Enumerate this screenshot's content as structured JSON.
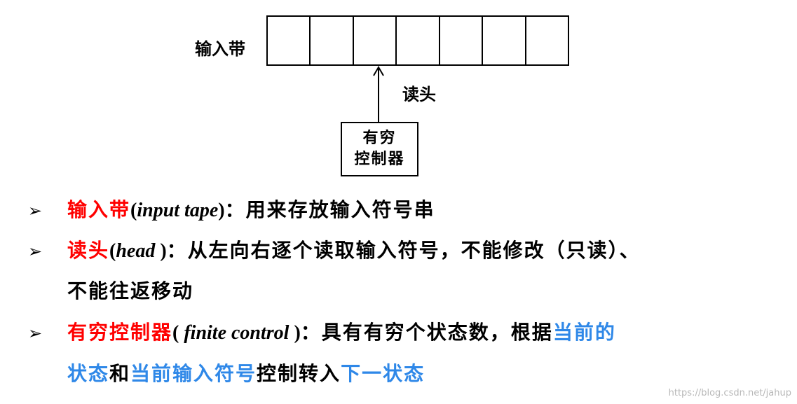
{
  "diagram": {
    "tape_label": "输入带",
    "head_label": "读头",
    "control_line1": "有穷",
    "control_line2": "控制器"
  },
  "bullets": {
    "marker": "➢",
    "b1": {
      "term": "输入带",
      "open": "(",
      "en": "input tape",
      "close": ")",
      "desc": "：用来存放输入符号串"
    },
    "b2": {
      "term": "读头",
      "open": "(",
      "en": "head",
      "close": " )",
      "desc": "：从左向右逐个读取输入符号，不能修改（只读）、",
      "desc2": "不能往返移动"
    },
    "b3": {
      "term": "有穷控制器",
      "open": "( ",
      "en": "finite control",
      "close": " )",
      "desc": "：具有有穷个状态数，根据",
      "hl1": "当前的",
      "hl2": "状态",
      "t1": "和",
      "hl3": "当前输入符号",
      "t2": "控制转入",
      "hl4": "下一状态"
    }
  },
  "watermark": "https://blog.csdn.net/jahup"
}
